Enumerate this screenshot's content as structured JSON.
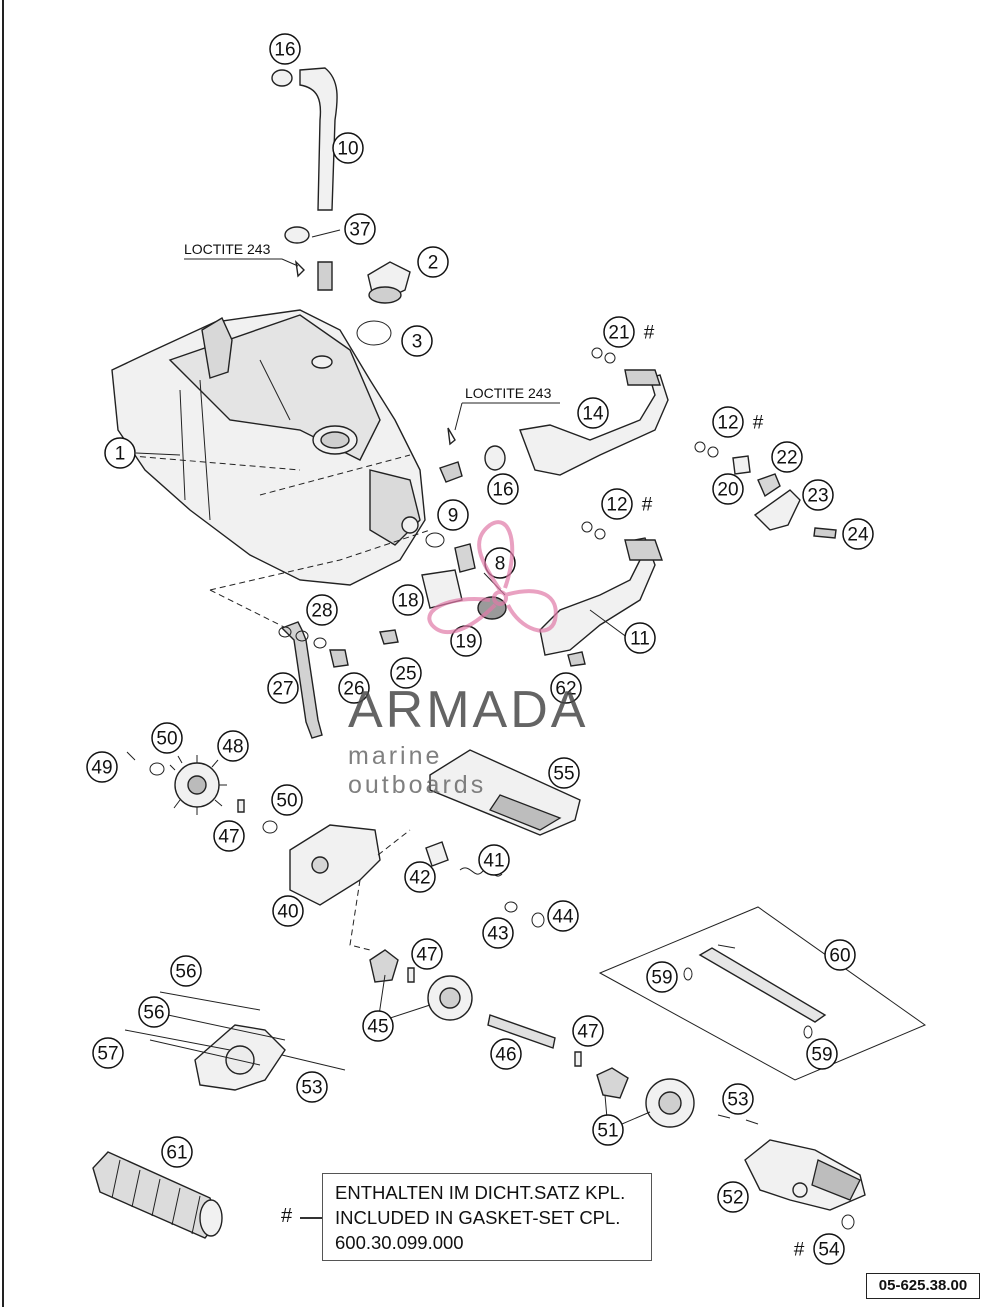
{
  "diagram": {
    "labels": [
      {
        "id": "1",
        "text": "1"
      },
      {
        "id": "2",
        "text": "2"
      },
      {
        "id": "3",
        "text": "3"
      },
      {
        "id": "8",
        "text": "8"
      },
      {
        "id": "9",
        "text": "9"
      },
      {
        "id": "10",
        "text": "10"
      },
      {
        "id": "11",
        "text": "11"
      },
      {
        "id": "12a",
        "text": "12",
        "hash": true
      },
      {
        "id": "12b",
        "text": "12",
        "hash": true
      },
      {
        "id": "14",
        "text": "14"
      },
      {
        "id": "16a",
        "text": "16"
      },
      {
        "id": "16b",
        "text": "16"
      },
      {
        "id": "18",
        "text": "18"
      },
      {
        "id": "19",
        "text": "19"
      },
      {
        "id": "20",
        "text": "20"
      },
      {
        "id": "21",
        "text": "21",
        "hash": true
      },
      {
        "id": "22",
        "text": "22"
      },
      {
        "id": "23",
        "text": "23"
      },
      {
        "id": "24",
        "text": "24"
      },
      {
        "id": "25",
        "text": "25"
      },
      {
        "id": "26",
        "text": "26"
      },
      {
        "id": "27",
        "text": "27"
      },
      {
        "id": "28",
        "text": "28"
      },
      {
        "id": "37",
        "text": "37"
      },
      {
        "id": "40",
        "text": "40"
      },
      {
        "id": "41",
        "text": "41"
      },
      {
        "id": "42",
        "text": "42"
      },
      {
        "id": "43",
        "text": "43"
      },
      {
        "id": "44",
        "text": "44"
      },
      {
        "id": "45",
        "text": "45"
      },
      {
        "id": "46",
        "text": "46"
      },
      {
        "id": "47a",
        "text": "47"
      },
      {
        "id": "47b",
        "text": "47"
      },
      {
        "id": "47c",
        "text": "47"
      },
      {
        "id": "48",
        "text": "48"
      },
      {
        "id": "49",
        "text": "49"
      },
      {
        "id": "50a",
        "text": "50"
      },
      {
        "id": "50b",
        "text": "50"
      },
      {
        "id": "51",
        "text": "51"
      },
      {
        "id": "52",
        "text": "52"
      },
      {
        "id": "53a",
        "text": "53"
      },
      {
        "id": "53b",
        "text": "53"
      },
      {
        "id": "54",
        "text": "54",
        "hash": true
      },
      {
        "id": "55",
        "text": "55"
      },
      {
        "id": "56a",
        "text": "56"
      },
      {
        "id": "56b",
        "text": "56"
      },
      {
        "id": "57",
        "text": "57"
      },
      {
        "id": "59a",
        "text": "59"
      },
      {
        "id": "59b",
        "text": "59"
      },
      {
        "id": "60",
        "text": "60"
      },
      {
        "id": "61",
        "text": "61"
      },
      {
        "id": "62",
        "text": "62"
      }
    ],
    "hash_mark": "#",
    "loctite_1": "LOCTITE 243",
    "loctite_2": "LOCTITE 243"
  },
  "note": {
    "hash": "#",
    "line1": "ENTHALTEN IM DICHT.SATZ KPL.",
    "line2": "INCLUDED IN GASKET-SET CPL.",
    "line3": "600.30.099.000"
  },
  "drawing_number": "05-625.38.00",
  "watermark": {
    "title": "ARMADA",
    "subtitle": "marine outboards",
    "color": "#e07aa8"
  }
}
